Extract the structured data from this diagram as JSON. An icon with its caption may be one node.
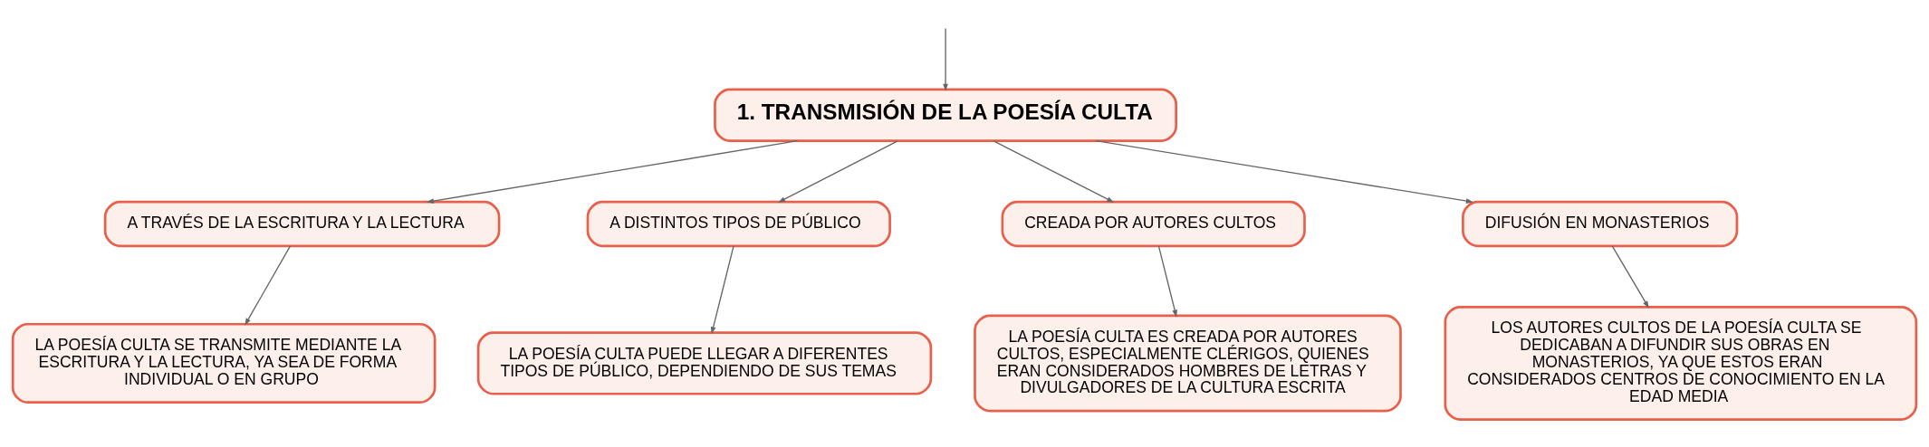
{
  "diagram": {
    "nodes": [
      {
        "text": [
          "1. TRANSMISIÓN DE LA POESÍA CULTA"
        ]
      },
      {
        "text": [
          "A TRAVÉS DE LA ESCRITURA Y LA LECTURA"
        ]
      },
      {
        "text": [
          "A DISTINTOS TIPOS DE PÚBLICO"
        ]
      },
      {
        "text": [
          "CREADA POR AUTORES CULTOS"
        ]
      },
      {
        "text": [
          "DIFUSIÓN EN MONASTERIOS"
        ]
      },
      {
        "text": [
          "LA POESÍA CULTA SE TRANSMITE MEDIANTE LA ESCRITURA Y LA LECTURA, YA SEA DE FORMA INDIVIDUAL O EN GRUPO"
        ]
      },
      {
        "text": [
          "LA POESÍA CULTA PUEDE LLEGAR A DIFERENTES TIPOS DE PÚBLICO, DEPENDIENDO DE SUS TEMAS"
        ]
      },
      {
        "text": [
          "LA POESÍA CULTA ES CREADA POR AUTORES CULTOS, ESPECIALMENTE CLÉRIGOS, QUIENES ERAN CONSIDERADOS HOMBRES DE LETRAS Y DIVULGADORES DE LA CULTURA ESCRITA"
        ]
      },
      {
        "text": [
          "LOS AUTORES CULTOS DE LA POESÍA CULTA SE DEDICABAN A DIFUNDIR SUS OBRAS EN MONASTERIOS, YA QUE ESTOS ERAN CONSIDERADOS CENTROS DE CONOCIMIENTO EN LA EDAD MEDIA"
        ]
      }
    ],
    "edges": [
      {
        "from": null,
        "to": 0,
        "arrow": "to"
      },
      {
        "from": 0,
        "to": 1,
        "arrow": "to"
      },
      {
        "from": 0,
        "to": 2,
        "arrow": "to"
      },
      {
        "from": 0,
        "to": 3,
        "arrow": "to"
      },
      {
        "from": 0,
        "to": 4,
        "arrow": "to"
      },
      {
        "from": 1,
        "to": 5,
        "arrow": "to"
      },
      {
        "from": 2,
        "to": 6,
        "arrow": "to"
      },
      {
        "from": 3,
        "to": 7,
        "arrow": "to"
      },
      {
        "from": 4,
        "to": 8,
        "arrow": "to"
      }
    ]
  }
}
